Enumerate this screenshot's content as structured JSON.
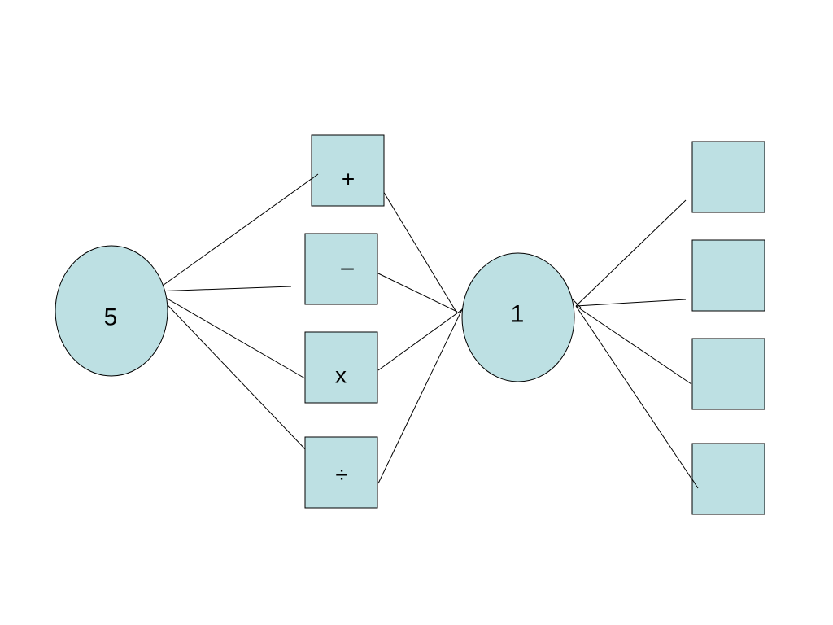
{
  "diagram": {
    "node_fill": "#bde0e3",
    "line_color": "#000000",
    "start_node": {
      "label": "5"
    },
    "operators": [
      {
        "label": "+"
      },
      {
        "label": "–"
      },
      {
        "label": "x"
      },
      {
        "label": "÷"
      }
    ],
    "middle_node": {
      "label": "1"
    },
    "results": [
      {
        "label": ""
      },
      {
        "label": ""
      },
      {
        "label": ""
      },
      {
        "label": ""
      }
    ]
  }
}
